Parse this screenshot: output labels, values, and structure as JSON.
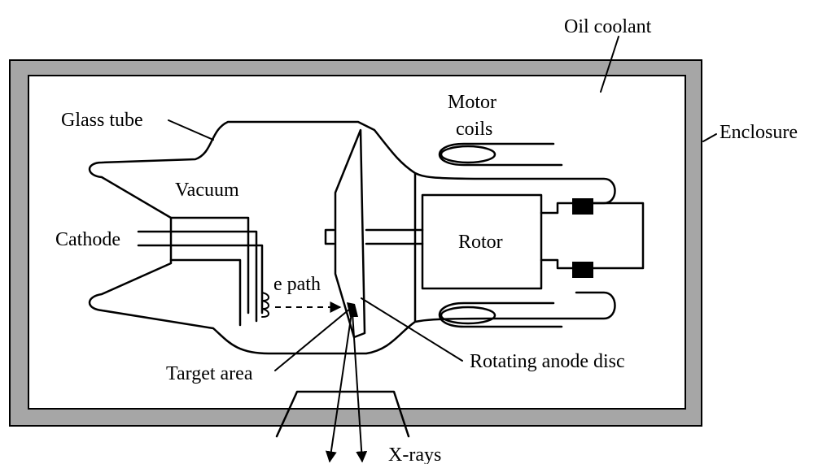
{
  "diagram": {
    "labels": {
      "oil_coolant": "Oil coolant",
      "enclosure": "Enclosure",
      "glass_tube": "Glass tube",
      "motor_coils_line1": "Motor",
      "motor_coils_line2": "coils",
      "vacuum": "Vacuum",
      "cathode": "Cathode",
      "rotor": "Rotor",
      "e_path": "e path",
      "target_area": "Target area",
      "rotating_anode_disc": "Rotating anode disc",
      "x_rays": "X-rays"
    },
    "colors": {
      "enclosure_wall": "#a6a6a6",
      "line": "#000000",
      "background": "#ffffff",
      "bearing": "#000000"
    }
  }
}
